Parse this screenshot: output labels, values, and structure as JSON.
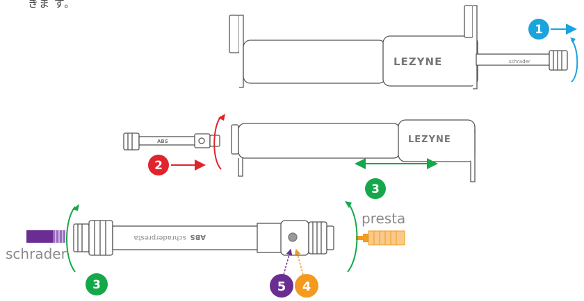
{
  "header_text": "きま す。",
  "brand": "LEZYNE",
  "hose_label_abs": "ABS",
  "hose_label_schrader": "schrader",
  "hose_label_schraderpresta": "schraderpresta",
  "labels": {
    "presta": "presta",
    "schrader": "schrader"
  },
  "steps": [
    {
      "number": "1",
      "color": "#1aa3dd"
    },
    {
      "number": "2",
      "color": "#e0232c"
    },
    {
      "number": "3",
      "color": "#14a84a"
    },
    {
      "number": "3",
      "color": "#14a84a"
    },
    {
      "number": "4",
      "color": "#f39a1f"
    },
    {
      "number": "5",
      "color": "#6a2d91"
    }
  ],
  "colors": {
    "outline": "#555555",
    "presta_valve": "#f39a1f",
    "schrader_valve": "#6a2d91",
    "label_gray": "#8a8a8a"
  }
}
